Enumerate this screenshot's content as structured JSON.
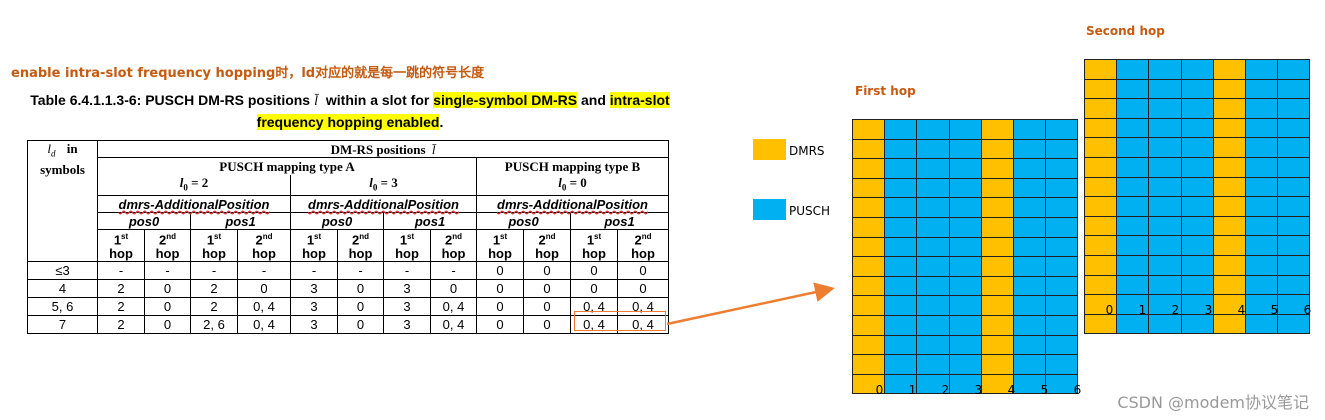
{
  "note": "enable intra-slot frequency hopping时，ld对应的就是每一跳的符号长度",
  "caption": {
    "prefix": "Table 6.4.1.1.3-6: PUSCH DM-RS positions",
    "symbol": "l̄",
    "mid1": "within a slot for",
    "hl1": "single-symbol DM-RS",
    "mid2": "and",
    "hl2a": "intra-slot",
    "hl2b": "frequency hopping enabled",
    "suffix": "."
  },
  "table": {
    "ld_symbol": "l",
    "ld_sub": "d",
    "ld_in": "in",
    "ld_symbols": "symbols",
    "dmrs_header_prefix": "DM-RS positions",
    "dmrs_header_symbol": "l̄",
    "type_a": "PUSCH mapping type A",
    "type_b": "PUSCH mapping type B",
    "l0_a1": "= 2",
    "l0_a2": "= 3",
    "l0_b": "= 0",
    "l0_sym": "l",
    "l0_sub": "0",
    "addpos": "dmrs-AdditionalPosition",
    "pos0": "pos0",
    "pos1": "pos1",
    "hop1_num": "1",
    "hop1_sup": "st",
    "hop2_num": "2",
    "hop2_sup": "nd",
    "hop_word": "hop",
    "rows": [
      {
        "ld": "≤3",
        "cells": [
          "-",
          "-",
          "-",
          "-",
          "-",
          "-",
          "-",
          "-",
          "0",
          "0",
          "0",
          "0"
        ]
      },
      {
        "ld": "4",
        "cells": [
          "2",
          "0",
          "2",
          "0",
          "3",
          "0",
          "3",
          "0",
          "0",
          "0",
          "0",
          "0"
        ]
      },
      {
        "ld": "5, 6",
        "cells": [
          "2",
          "0",
          "2",
          "0, 4",
          "3",
          "0",
          "3",
          "0, 4",
          "0",
          "0",
          "0, 4",
          "0, 4"
        ]
      },
      {
        "ld": "7",
        "cells": [
          "2",
          "0",
          "2, 6",
          "0, 4",
          "3",
          "0",
          "3",
          "0, 4",
          "0",
          "0",
          "0, 4",
          "0, 4"
        ]
      }
    ]
  },
  "legend": {
    "dmrs_label": "DMRS",
    "pusch_label": "PUSCH",
    "dmrs_color": "#ffc000",
    "pusch_color": "#00b0f0"
  },
  "diagram": {
    "first_hop_label": "First hop",
    "second_hop_label": "Second hop",
    "first_hop_axis": [
      "0",
      "1",
      "2",
      "3",
      "4",
      "5",
      "6"
    ],
    "second_hop_axis": [
      "0",
      "1",
      "2",
      "3",
      "4",
      "5",
      "6"
    ],
    "first_hop_dmrs_symbols": [
      0,
      4
    ],
    "second_hop_dmrs_symbols": [
      0,
      4
    ]
  },
  "watermark": "CSDN @modem协议笔记",
  "colors": {
    "annotation": "#c55a11",
    "highlight": "#ffff00",
    "arrow": "#ed7d31"
  }
}
